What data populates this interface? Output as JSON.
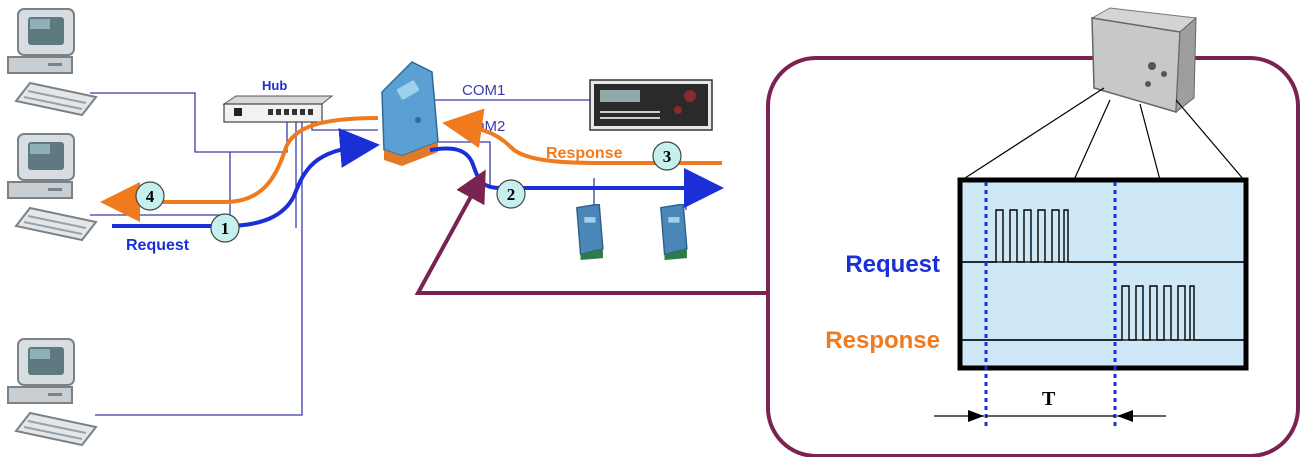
{
  "labels": {
    "hub": "Hub",
    "com1": "COM1",
    "com2": "COM2",
    "response": "Response",
    "request": "Request",
    "timing_request": "Request",
    "timing_response": "Response",
    "interval": "T"
  },
  "steps": [
    "1",
    "2",
    "3",
    "4"
  ],
  "colors": {
    "request": "#1a2fd6",
    "response": "#f07a1e",
    "frame": "#7a2352",
    "screen": "#cfe8f7",
    "cable": "#3b3ba8",
    "step_badge": "#c6f0ee"
  },
  "icons": {
    "computer": "desktop-computer-icon",
    "hub": "network-hub-icon",
    "converter": "serial-ethernet-converter-icon",
    "instrument": "multimeter-icon",
    "module": "io-module-icon",
    "scope": "oscilloscope-icon"
  }
}
